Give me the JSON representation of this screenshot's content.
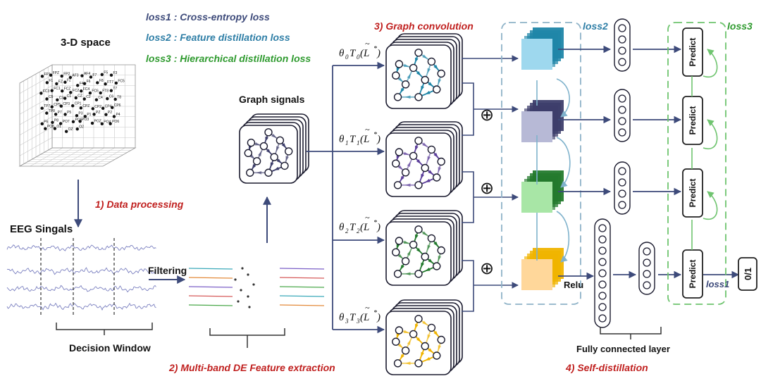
{
  "legend": [
    {
      "key": "loss1",
      "text": "loss1 : Cross-entropy loss",
      "color": "#3d4a7a"
    },
    {
      "key": "loss2",
      "text": "loss2 : Feature distillation loss",
      "color": "#2e7ea6"
    },
    {
      "key": "loss3",
      "text": "loss3 : Hierarchical distillation loss",
      "color": "#2e9a2e"
    }
  ],
  "labels": {
    "space_title": "3-D space",
    "data_processing": "1) Data processing",
    "eeg_title": "EEG Singals",
    "filtering": "Filtering",
    "decision_window": "Decision Window",
    "multiband": "2) Multi-band DE Feature extraction",
    "graph_signals": "Graph signals",
    "graph_conv": "3) Graph convolution",
    "loss2_box": "loss2",
    "loss3_box": "loss3",
    "loss1_tag": "loss1",
    "relu": "Relu",
    "fc_layer": "Fully connected layer",
    "self_distill": "4) Self-distillation",
    "output": "0/1",
    "predict": "Predict",
    "op_symbol": "⊕"
  },
  "cheb_terms": [
    {
      "theta": "θ",
      "sub": "0",
      "T": "T",
      "L": "(L",
      "tilde": "~",
      "star": "*",
      "close": ")"
    },
    {
      "theta": "θ",
      "sub": "1",
      "T": "T",
      "L": "(L",
      "tilde": "~",
      "star": "*",
      "close": ")"
    },
    {
      "theta": "θ",
      "sub": "2",
      "T": "T",
      "L": "(L",
      "tilde": "~",
      "star": "*",
      "close": ")"
    },
    {
      "theta": "θ",
      "sub": "3",
      "T": "T",
      "L": "(L",
      "tilde": "~",
      "star": "*",
      "close": ")"
    }
  ],
  "electrodes": [
    "FP1",
    "FPZ",
    "FP2",
    "AF3",
    "AF4",
    "F7",
    "F5",
    "F3",
    "F1",
    "FZ",
    "F2",
    "F4",
    "F6",
    "F8",
    "FT7",
    "FC5",
    "FC3",
    "FC1",
    "FCZ",
    "FC2",
    "FC4",
    "FC6",
    "FT8",
    "T7",
    "C5",
    "C3",
    "C1",
    "CZ",
    "C2",
    "C4",
    "C6",
    "T8",
    "TP7",
    "CP5",
    "CP3",
    "CP1",
    "CPZ",
    "CP2",
    "CP4",
    "CP6",
    "TP8",
    "P7",
    "P5",
    "P3",
    "P1",
    "PZ",
    "P2",
    "P4",
    "P6",
    "P8",
    "PO7",
    "PO5",
    "PO3",
    "POZ",
    "PO4",
    "PO6",
    "PO8",
    "O1",
    "OZ",
    "O2"
  ],
  "colors": {
    "graph_branch_0": "#1f86a8",
    "graph_branch_1": "#5b3e9a",
    "graph_branch_2": "#237a2d",
    "graph_branch_3": "#f0b400",
    "graph_signals": "#3d3e6b",
    "feature_0": "#9ed8ee",
    "feature_1": "#b7b9d6",
    "feature_2": "#a8e6a6",
    "feature_3": "#ffd79a",
    "loss2_dash": "#8fb3c8",
    "loss3_dash": "#6fc46f",
    "arrow": "#3d4a7a"
  },
  "band_colors": [
    "#3aa9b9",
    "#e38a3a",
    "#7b5fc7",
    "#d65a5a",
    "#4aa84a"
  ]
}
